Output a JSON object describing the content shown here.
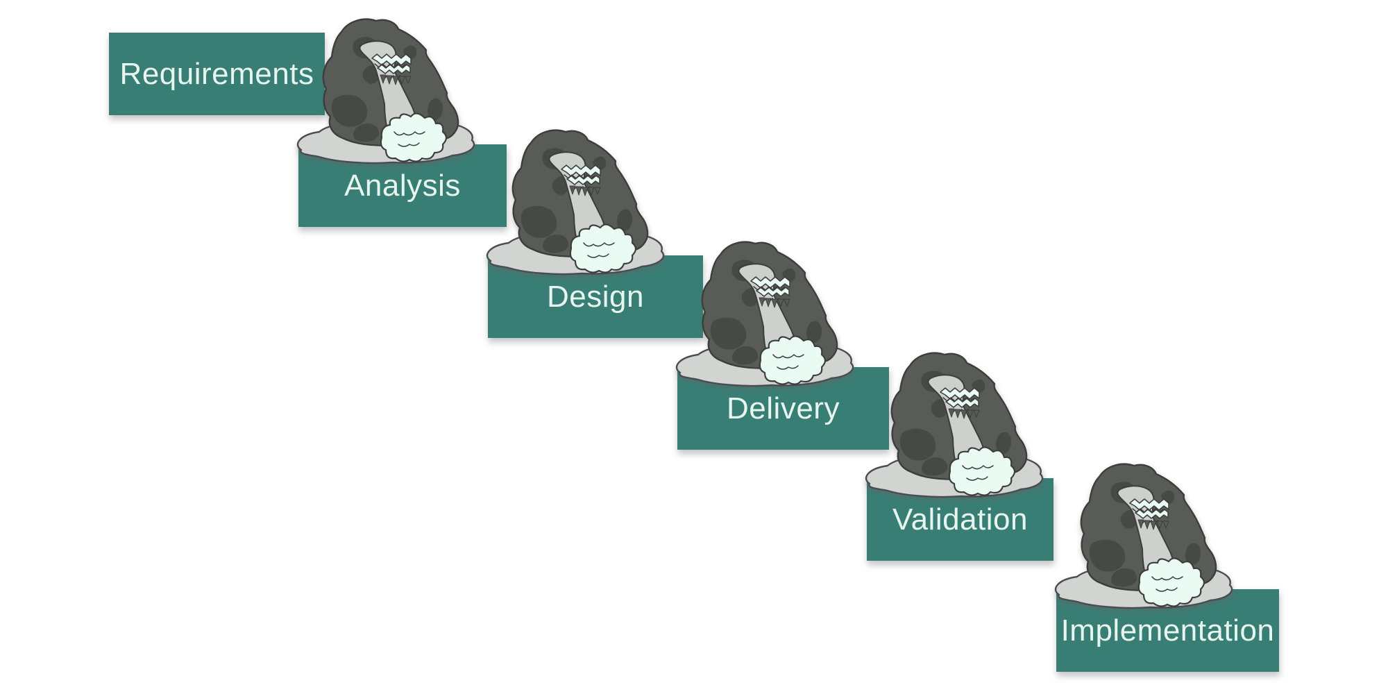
{
  "diagram": {
    "type": "waterfall-model",
    "stages": [
      {
        "label": "Requirements"
      },
      {
        "label": "Analysis"
      },
      {
        "label": "Design"
      },
      {
        "label": "Delivery"
      },
      {
        "label": "Validation"
      },
      {
        "label": "Implementation"
      }
    ],
    "illustration": "waterfall-cliff-with-rocks-and-foam",
    "illustration_count": 5
  },
  "colors": {
    "background": "#FFFFFF",
    "stage_box": "#387E75",
    "stage_label": "#E6F6EE",
    "rock": "#595B57",
    "rock_dark": "#474944",
    "water": "#CDD0CC",
    "pool": "#D2D4D1",
    "foam": "#E9FBF2",
    "outline": "#3C3E3C",
    "pool_outline": "#4B4C51"
  }
}
